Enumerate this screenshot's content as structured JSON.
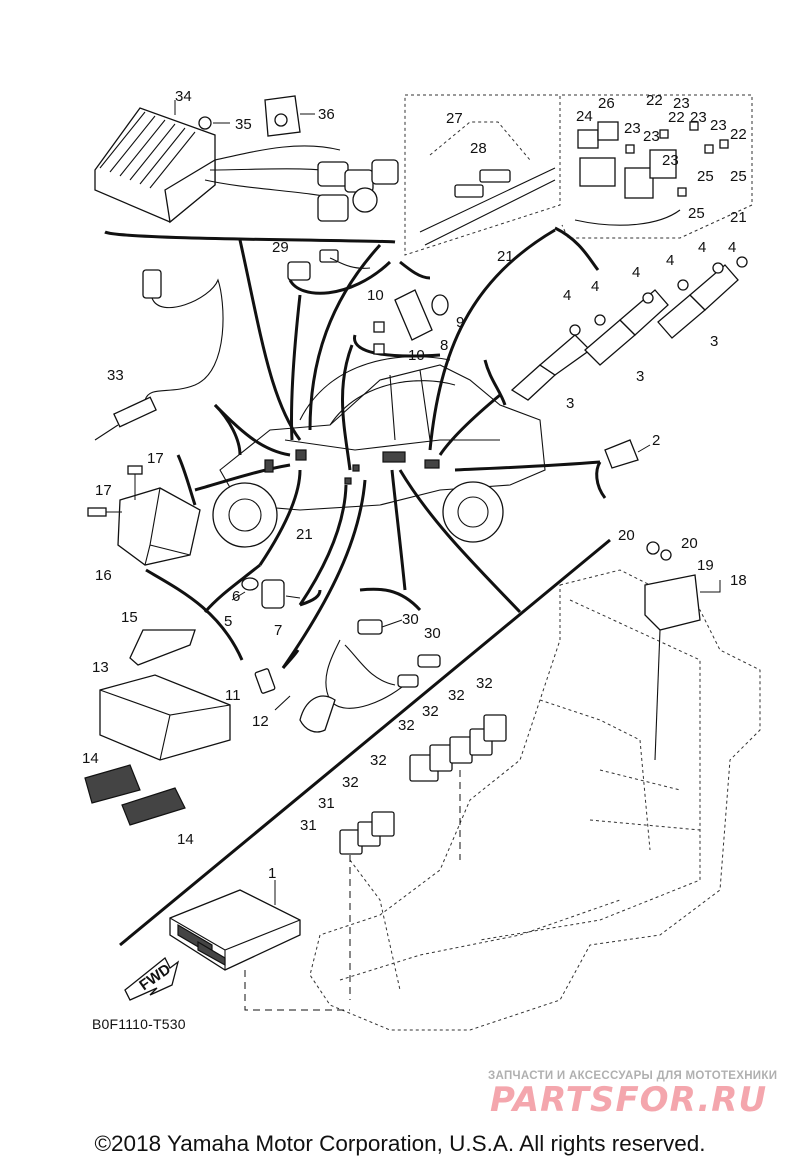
{
  "diagram": {
    "code": "B0F1110-T530",
    "fwd_arrow_label": "FWD",
    "callouts": {
      "c1": "1",
      "c2": "2",
      "c3a": "3",
      "c3b": "3",
      "c3c": "3",
      "c4a": "4",
      "c4b": "4",
      "c4c": "4",
      "c4d": "4",
      "c4e": "4",
      "c4f": "4",
      "c5": "5",
      "c6": "6",
      "c7": "7",
      "c8": "8",
      "c9": "9",
      "c10a": "10",
      "c10b": "10",
      "c11": "11",
      "c12": "12",
      "c13": "13",
      "c14a": "14",
      "c14b": "14",
      "c15": "15",
      "c16": "16",
      "c17a": "17",
      "c17b": "17",
      "c18": "18",
      "c19": "19",
      "c20a": "20",
      "c20b": "20",
      "c21a": "21",
      "c21b": "21",
      "c21c": "21",
      "c22a": "22",
      "c22b": "22",
      "c22c": "22",
      "c23a": "23",
      "c23b": "23",
      "c23c": "23",
      "c23d": "23",
      "c23e": "23",
      "c23f": "23",
      "c24": "24",
      "c25a": "25",
      "c25b": "25",
      "c25c": "25",
      "c26": "26",
      "c27": "27",
      "c28": "28",
      "c29": "29",
      "c30a": "30",
      "c30b": "30",
      "c31a": "31",
      "c31b": "31",
      "c32a": "32",
      "c32b": "32",
      "c32c": "32",
      "c32d": "32",
      "c32e": "32",
      "c32f": "32",
      "c33": "33",
      "c34": "34",
      "c35": "35",
      "c36": "36"
    }
  },
  "watermark": {
    "tagline": "ЗАПЧАСТИ И АКСЕССУАРЫ ДЛЯ МОТОТЕХНИКИ",
    "logo": "PARTSFOR.RU"
  },
  "footer": {
    "copyright": "©2018 Yamaha Motor Corporation, U.S.A. All rights reserved."
  }
}
